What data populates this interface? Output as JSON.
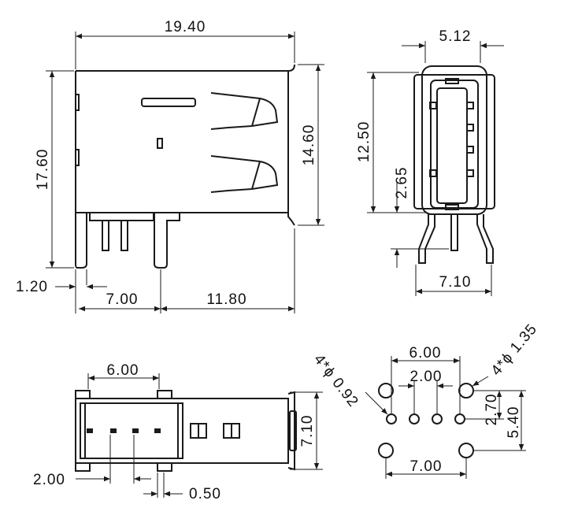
{
  "views": {
    "side_view": {
      "overall_length": "19.40",
      "overall_height": "17.60",
      "body_height": "14.60",
      "pin_offset": "1.20",
      "pin_spacing": "7.00",
      "pin_to_front": "11.80"
    },
    "front_view": {
      "width": "5.12",
      "height": "12.50",
      "pin_offset": "2.65",
      "leg_span": "7.10"
    },
    "bottom_view": {
      "pin_span": "6.00",
      "pin_pitch": "2.00",
      "leg_width": "0.50",
      "depth": "7.10"
    },
    "footprint": {
      "pad_span": "6.00",
      "pad_pitch": "2.00",
      "small_hole": "4*ϕ 0.92",
      "large_hole": "4*ϕ 1.35",
      "row_offset": "2.70",
      "hole_row_spacing": "5.40",
      "large_hole_span": "7.00"
    }
  }
}
